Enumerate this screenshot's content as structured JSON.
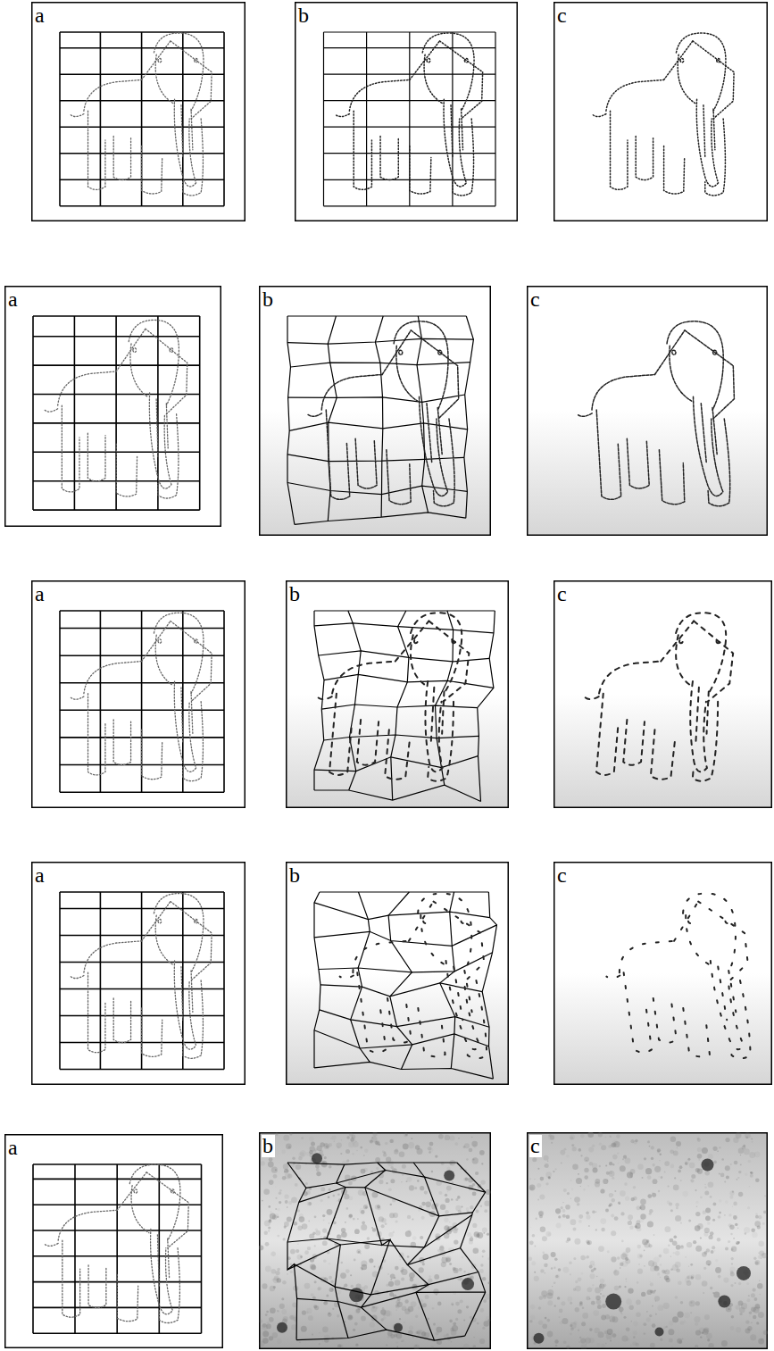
{
  "diagram": {
    "labels": [
      "a",
      "b",
      "c",
      "a",
      "b",
      "c",
      "a",
      "b",
      "c",
      "a",
      "b",
      "c",
      "a",
      "b",
      "c"
    ]
  }
}
